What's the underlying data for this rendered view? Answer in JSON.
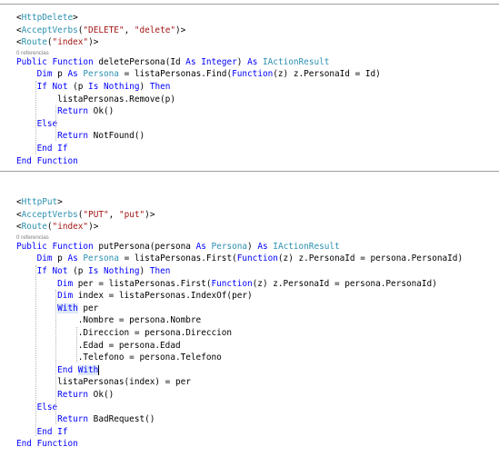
{
  "colors": {
    "keyword": "#0000ff",
    "type": "#2b91af",
    "string": "#a31515",
    "text": "#000000",
    "reference": "#808080",
    "separator": "#9e9e9e",
    "guide": "#b4b4b4",
    "highlight": "#dde8f7"
  },
  "blocks": [
    {
      "lines": [
        [
          [
            "<",
            "t"
          ],
          [
            "HttpDelete",
            "y"
          ],
          [
            ">",
            "t"
          ]
        ],
        [
          [
            "<",
            "t"
          ],
          [
            "AcceptVerbs",
            "y"
          ],
          [
            "(",
            "t"
          ],
          [
            "\"DELETE\"",
            "s"
          ],
          [
            ", ",
            "t"
          ],
          [
            "\"delete\"",
            "s"
          ],
          [
            ")>",
            "t"
          ]
        ],
        [
          [
            "<",
            "t"
          ],
          [
            "Route",
            "y"
          ],
          [
            "(",
            "t"
          ],
          [
            "\"index\"",
            "s"
          ],
          [
            ")>",
            "t"
          ]
        ],
        [
          [
            "0 referencias",
            "r"
          ]
        ],
        [
          [
            "Public",
            "k"
          ],
          [
            " ",
            "t"
          ],
          [
            "Function",
            "k"
          ],
          [
            " deletePersona(Id ",
            "t"
          ],
          [
            "As",
            "k"
          ],
          [
            " ",
            "t"
          ],
          [
            "Integer",
            "k"
          ],
          [
            ") ",
            "t"
          ],
          [
            "As",
            "k"
          ],
          [
            " ",
            "t"
          ],
          [
            "IActionResult",
            "y"
          ]
        ],
        [
          [
            "    ",
            "t"
          ],
          [
            "Dim",
            "k"
          ],
          [
            " p ",
            "t"
          ],
          [
            "As",
            "k"
          ],
          [
            " ",
            "t"
          ],
          [
            "Persona",
            "y"
          ],
          [
            " = listaPersonas.Find(",
            "t"
          ],
          [
            "Function",
            "k"
          ],
          [
            "(z) z.PersonaId = Id)",
            "t"
          ]
        ],
        [
          [
            "    ",
            "t"
          ],
          [
            "If",
            "k"
          ],
          [
            " ",
            "t"
          ],
          [
            "Not",
            "k"
          ],
          [
            " (p ",
            "t"
          ],
          [
            "Is",
            "k"
          ],
          [
            " ",
            "t"
          ],
          [
            "Nothing",
            "k"
          ],
          [
            ") ",
            "t"
          ],
          [
            "Then",
            "k"
          ]
        ],
        [
          [
            "        listaPersonas.Remove(p)",
            "t"
          ]
        ],
        [
          [
            "        ",
            "t"
          ],
          [
            "Return",
            "k"
          ],
          [
            " Ok()",
            "t"
          ]
        ],
        [
          [
            "    ",
            "t"
          ],
          [
            "Else",
            "k"
          ]
        ],
        [
          [
            "        ",
            "t"
          ],
          [
            "Return",
            "k"
          ],
          [
            " NotFound()",
            "t"
          ]
        ],
        [
          [
            "    ",
            "t"
          ],
          [
            "End",
            "k"
          ],
          [
            " ",
            "t"
          ],
          [
            "If",
            "k"
          ]
        ],
        [
          [
            "End",
            "k"
          ],
          [
            " ",
            "t"
          ],
          [
            "Function",
            "k"
          ]
        ]
      ]
    },
    {
      "lines": [
        [
          [
            "<",
            "t"
          ],
          [
            "HttpPut",
            "y"
          ],
          [
            ">",
            "t"
          ]
        ],
        [
          [
            "<",
            "t"
          ],
          [
            "AcceptVerbs",
            "y"
          ],
          [
            "(",
            "t"
          ],
          [
            "\"PUT\"",
            "s"
          ],
          [
            ", ",
            "t"
          ],
          [
            "\"put\"",
            "s"
          ],
          [
            ")>",
            "t"
          ]
        ],
        [
          [
            "<",
            "t"
          ],
          [
            "Route",
            "y"
          ],
          [
            "(",
            "t"
          ],
          [
            "\"index\"",
            "s"
          ],
          [
            ")>",
            "t"
          ]
        ],
        [
          [
            "0 referencias",
            "r"
          ]
        ],
        [
          [
            "Public",
            "k"
          ],
          [
            " ",
            "t"
          ],
          [
            "Function",
            "k"
          ],
          [
            " putPersona(persona ",
            "t"
          ],
          [
            "As",
            "k"
          ],
          [
            " ",
            "t"
          ],
          [
            "Persona",
            "y"
          ],
          [
            ") ",
            "t"
          ],
          [
            "As",
            "k"
          ],
          [
            " ",
            "t"
          ],
          [
            "IActionResult",
            "y"
          ]
        ],
        [
          [
            "    ",
            "t"
          ],
          [
            "Dim",
            "k"
          ],
          [
            " p ",
            "t"
          ],
          [
            "As",
            "k"
          ],
          [
            " ",
            "t"
          ],
          [
            "Persona",
            "y"
          ],
          [
            " = listaPersonas.First(",
            "t"
          ],
          [
            "Function",
            "k"
          ],
          [
            "(z) z.PersonaId = persona.PersonaId)",
            "t"
          ]
        ],
        [
          [
            "    ",
            "t"
          ],
          [
            "If",
            "k"
          ],
          [
            " ",
            "t"
          ],
          [
            "Not",
            "k"
          ],
          [
            " (p ",
            "t"
          ],
          [
            "Is",
            "k"
          ],
          [
            " ",
            "t"
          ],
          [
            "Nothing",
            "k"
          ],
          [
            ") ",
            "t"
          ],
          [
            "Then",
            "k"
          ]
        ],
        [
          [
            "        ",
            "t"
          ],
          [
            "Dim",
            "k"
          ],
          [
            " per = listaPersonas.First(",
            "t"
          ],
          [
            "Function",
            "k"
          ],
          [
            "(z) z.PersonaId = persona.PersonaId)",
            "t"
          ]
        ],
        [
          [
            "        ",
            "t"
          ],
          [
            "Dim",
            "k"
          ],
          [
            " index = listaPersonas.IndexOf(per)",
            "t"
          ]
        ],
        [
          [
            "        ",
            "t"
          ],
          [
            "With",
            "k",
            "hl"
          ],
          [
            " per",
            "t"
          ]
        ],
        [
          [
            "            .Nombre = persona.Nombre",
            "t"
          ]
        ],
        [
          [
            "            .Direccion = persona.Direccion",
            "t"
          ]
        ],
        [
          [
            "            .Edad = persona.Edad",
            "t"
          ]
        ],
        [
          [
            "            .Telefono = persona.Telefono",
            "t"
          ]
        ],
        [
          [
            "        ",
            "t"
          ],
          [
            "End",
            "k"
          ],
          [
            " ",
            "t"
          ],
          [
            "With",
            "k",
            "hl"
          ]
        ],
        [
          [
            "        listaPersonas(index) = per",
            "t"
          ]
        ],
        [
          [
            "        ",
            "t"
          ],
          [
            "Return",
            "k"
          ],
          [
            " Ok()",
            "t"
          ]
        ],
        [
          [
            "    ",
            "t"
          ],
          [
            "Else",
            "k"
          ]
        ],
        [
          [
            "        ",
            "t"
          ],
          [
            "Return",
            "k"
          ],
          [
            " BadRequest()",
            "t"
          ]
        ],
        [
          [
            "    ",
            "t"
          ],
          [
            "End",
            "k"
          ],
          [
            " ",
            "t"
          ],
          [
            "If",
            "k"
          ]
        ],
        [
          [
            "End",
            "k"
          ],
          [
            " ",
            "t"
          ],
          [
            "Function",
            "k"
          ]
        ]
      ]
    }
  ]
}
